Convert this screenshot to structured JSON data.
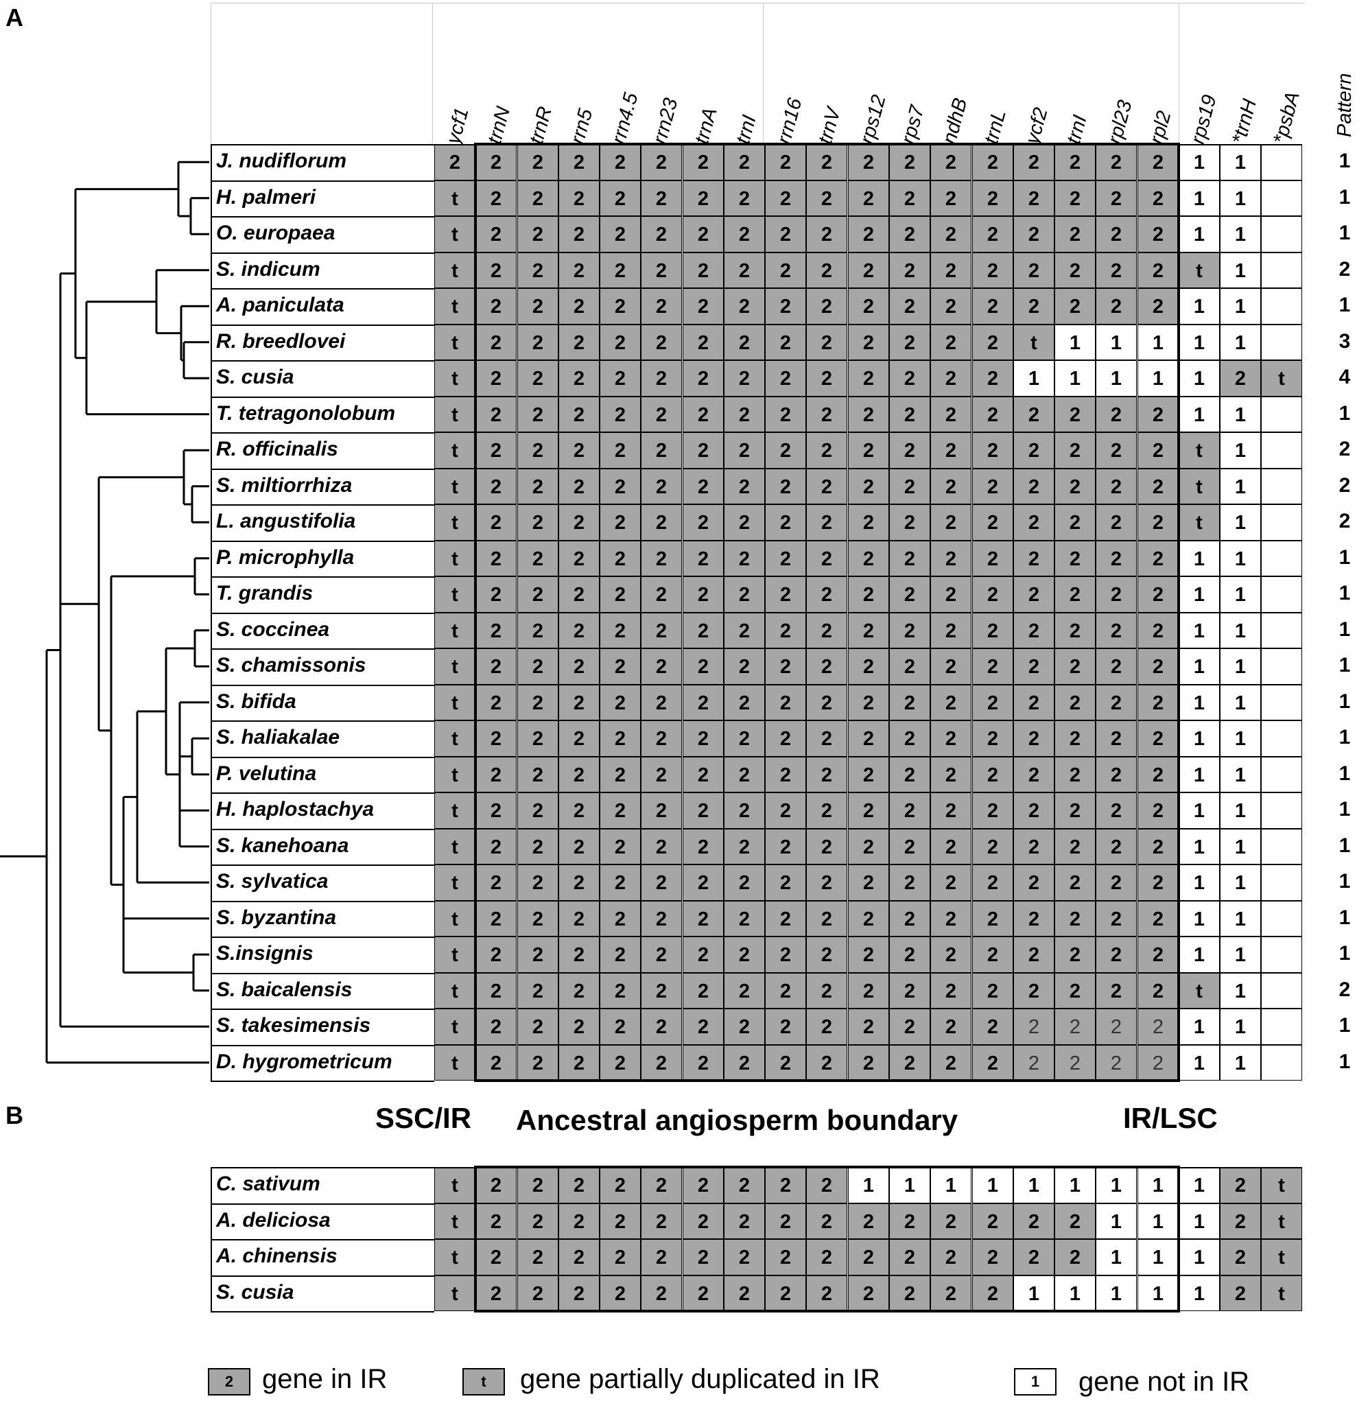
{
  "panels": {
    "a": "A",
    "b": "B"
  },
  "genes": [
    "ycf1",
    "trnN",
    "trnR",
    "rrn5",
    "rrn4.5",
    "rrn23",
    "trnA",
    "trnI",
    "rrn16",
    "trnV",
    "rps12",
    "rps7",
    "ndhB",
    "trnL",
    "ycf2",
    "trnI",
    "rpl23",
    "rpl2",
    "rps19",
    "*trnH",
    "*psbA"
  ],
  "pattern_header": "Pattern",
  "rows_a": [
    {
      "species": "J. nudiflorum",
      "cells": [
        "2",
        "2",
        "2",
        "2",
        "2",
        "2",
        "2",
        "2",
        "2",
        "2",
        "2",
        "2",
        "2",
        "2",
        "2",
        "2",
        "2",
        "2",
        "1",
        "1",
        ""
      ],
      "pattern": "1"
    },
    {
      "species": "H. palmeri",
      "cells": [
        "t",
        "2",
        "2",
        "2",
        "2",
        "2",
        "2",
        "2",
        "2",
        "2",
        "2",
        "2",
        "2",
        "2",
        "2",
        "2",
        "2",
        "2",
        "1",
        "1",
        ""
      ],
      "pattern": "1"
    },
    {
      "species": "O. europaea",
      "cells": [
        "t",
        "2",
        "2",
        "2",
        "2",
        "2",
        "2",
        "2",
        "2",
        "2",
        "2",
        "2",
        "2",
        "2",
        "2",
        "2",
        "2",
        "2",
        "1",
        "1",
        ""
      ],
      "pattern": "1"
    },
    {
      "species": "S. indicum",
      "cells": [
        "t",
        "2",
        "2",
        "2",
        "2",
        "2",
        "2",
        "2",
        "2",
        "2",
        "2",
        "2",
        "2",
        "2",
        "2",
        "2",
        "2",
        "2",
        "t",
        "1",
        ""
      ],
      "pattern": "2"
    },
    {
      "species": "A. paniculata",
      "cells": [
        "t",
        "2",
        "2",
        "2",
        "2",
        "2",
        "2",
        "2",
        "2",
        "2",
        "2",
        "2",
        "2",
        "2",
        "2",
        "2",
        "2",
        "2",
        "1",
        "1",
        ""
      ],
      "pattern": "1"
    },
    {
      "species": "R. breedlovei",
      "cells": [
        "t",
        "2",
        "2",
        "2",
        "2",
        "2",
        "2",
        "2",
        "2",
        "2",
        "2",
        "2",
        "2",
        "2",
        "t",
        "1",
        "1",
        "1",
        "1",
        "1",
        ""
      ],
      "pattern": "3"
    },
    {
      "species": "S. cusia",
      "cells": [
        "t",
        "2",
        "2",
        "2",
        "2",
        "2",
        "2",
        "2",
        "2",
        "2",
        "2",
        "2",
        "2",
        "2",
        "1",
        "1",
        "1",
        "1",
        "1",
        "2",
        "t"
      ],
      "pattern": "4"
    },
    {
      "species": "T. tetragonolobum",
      "cells": [
        "t",
        "2",
        "2",
        "2",
        "2",
        "2",
        "2",
        "2",
        "2",
        "2",
        "2",
        "2",
        "2",
        "2",
        "2",
        "2",
        "2",
        "2",
        "1",
        "1",
        ""
      ],
      "pattern": "1"
    },
    {
      "species": "R. officinalis",
      "cells": [
        "t",
        "2",
        "2",
        "2",
        "2",
        "2",
        "2",
        "2",
        "2",
        "2",
        "2",
        "2",
        "2",
        "2",
        "2",
        "2",
        "2",
        "2",
        "t",
        "1",
        ""
      ],
      "pattern": "2"
    },
    {
      "species": "S. miltiorrhiza",
      "cells": [
        "t",
        "2",
        "2",
        "2",
        "2",
        "2",
        "2",
        "2",
        "2",
        "2",
        "2",
        "2",
        "2",
        "2",
        "2",
        "2",
        "2",
        "2",
        "t",
        "1",
        ""
      ],
      "pattern": "2"
    },
    {
      "species": "L. angustifolia",
      "cells": [
        "t",
        "2",
        "2",
        "2",
        "2",
        "2",
        "2",
        "2",
        "2",
        "2",
        "2",
        "2",
        "2",
        "2",
        "2",
        "2",
        "2",
        "2",
        "t",
        "1",
        ""
      ],
      "pattern": "2"
    },
    {
      "species": "P. microphylla",
      "cells": [
        "t",
        "2",
        "2",
        "2",
        "2",
        "2",
        "2",
        "2",
        "2",
        "2",
        "2",
        "2",
        "2",
        "2",
        "2",
        "2",
        "2",
        "2",
        "1",
        "1",
        ""
      ],
      "pattern": "1"
    },
    {
      "species": "T. grandis",
      "cells": [
        "t",
        "2",
        "2",
        "2",
        "2",
        "2",
        "2",
        "2",
        "2",
        "2",
        "2",
        "2",
        "2",
        "2",
        "2",
        "2",
        "2",
        "2",
        "1",
        "1",
        ""
      ],
      "pattern": "1"
    },
    {
      "species": "S. coccinea",
      "cells": [
        "t",
        "2",
        "2",
        "2",
        "2",
        "2",
        "2",
        "2",
        "2",
        "2",
        "2",
        "2",
        "2",
        "2",
        "2",
        "2",
        "2",
        "2",
        "1",
        "1",
        ""
      ],
      "pattern": "1"
    },
    {
      "species": "S. chamissonis",
      "cells": [
        "t",
        "2",
        "2",
        "2",
        "2",
        "2",
        "2",
        "2",
        "2",
        "2",
        "2",
        "2",
        "2",
        "2",
        "2",
        "2",
        "2",
        "2",
        "1",
        "1",
        ""
      ],
      "pattern": "1"
    },
    {
      "species": "S. bifida",
      "cells": [
        "t",
        "2",
        "2",
        "2",
        "2",
        "2",
        "2",
        "2",
        "2",
        "2",
        "2",
        "2",
        "2",
        "2",
        "2",
        "2",
        "2",
        "2",
        "1",
        "1",
        ""
      ],
      "pattern": "1"
    },
    {
      "species": "S. haliakalae",
      "cells": [
        "t",
        "2",
        "2",
        "2",
        "2",
        "2",
        "2",
        "2",
        "2",
        "2",
        "2",
        "2",
        "2",
        "2",
        "2",
        "2",
        "2",
        "2",
        "1",
        "1",
        ""
      ],
      "pattern": "1"
    },
    {
      "species": "P. velutina",
      "cells": [
        "t",
        "2",
        "2",
        "2",
        "2",
        "2",
        "2",
        "2",
        "2",
        "2",
        "2",
        "2",
        "2",
        "2",
        "2",
        "2",
        "2",
        "2",
        "1",
        "1",
        ""
      ],
      "pattern": "1"
    },
    {
      "species": "H. haplostachya",
      "cells": [
        "t",
        "2",
        "2",
        "2",
        "2",
        "2",
        "2",
        "2",
        "2",
        "2",
        "2",
        "2",
        "2",
        "2",
        "2",
        "2",
        "2",
        "2",
        "1",
        "1",
        ""
      ],
      "pattern": "1"
    },
    {
      "species": "S. kanehoana",
      "cells": [
        "t",
        "2",
        "2",
        "2",
        "2",
        "2",
        "2",
        "2",
        "2",
        "2",
        "2",
        "2",
        "2",
        "2",
        "2",
        "2",
        "2",
        "2",
        "1",
        "1",
        ""
      ],
      "pattern": "1"
    },
    {
      "species": "S. sylvatica",
      "cells": [
        "t",
        "2",
        "2",
        "2",
        "2",
        "2",
        "2",
        "2",
        "2",
        "2",
        "2",
        "2",
        "2",
        "2",
        "2",
        "2",
        "2",
        "2",
        "1",
        "1",
        ""
      ],
      "pattern": "1"
    },
    {
      "species": "S. byzantina",
      "cells": [
        "t",
        "2",
        "2",
        "2",
        "2",
        "2",
        "2",
        "2",
        "2",
        "2",
        "2",
        "2",
        "2",
        "2",
        "2",
        "2",
        "2",
        "2",
        "1",
        "1",
        ""
      ],
      "pattern": "1"
    },
    {
      "species": "S.insignis",
      "cells": [
        "t",
        "2",
        "2",
        "2",
        "2",
        "2",
        "2",
        "2",
        "2",
        "2",
        "2",
        "2",
        "2",
        "2",
        "2",
        "2",
        "2",
        "2",
        "1",
        "1",
        ""
      ],
      "pattern": "1"
    },
    {
      "species": "S. baicalensis",
      "cells": [
        "t",
        "2",
        "2",
        "2",
        "2",
        "2",
        "2",
        "2",
        "2",
        "2",
        "2",
        "2",
        "2",
        "2",
        "2",
        "2",
        "2",
        "2",
        "t",
        "1",
        ""
      ],
      "pattern": "2"
    },
    {
      "species": "S. takesimensis",
      "cells": [
        "t",
        "2",
        "2",
        "2",
        "2",
        "2",
        "2",
        "2",
        "2",
        "2",
        "2",
        "2",
        "2",
        "2",
        "2",
        "2",
        "2",
        "2",
        "1",
        "1",
        ""
      ],
      "pattern": "1"
    },
    {
      "species": "D. hygrometricum",
      "cells": [
        "t",
        "2",
        "2",
        "2",
        "2",
        "2",
        "2",
        "2",
        "2",
        "2",
        "2",
        "2",
        "2",
        "2",
        "2",
        "2",
        "2",
        "2",
        "1",
        "1",
        ""
      ],
      "pattern": "1"
    }
  ],
  "boundary_labels": {
    "ssc_ir": "SSC/IR",
    "ancestral": "Ancestral angiosperm boundary",
    "ir_lsc": "IR/LSC"
  },
  "rows_b": [
    {
      "species": "C. sativum",
      "cells": [
        "t",
        "2",
        "2",
        "2",
        "2",
        "2",
        "2",
        "2",
        "2",
        "2",
        "1",
        "1",
        "1",
        "1",
        "1",
        "1",
        "1",
        "1",
        "1",
        "2",
        "t"
      ]
    },
    {
      "species": "A. deliciosa",
      "cells": [
        "t",
        "2",
        "2",
        "2",
        "2",
        "2",
        "2",
        "2",
        "2",
        "2",
        "2",
        "2",
        "2",
        "2",
        "2",
        "2",
        "1",
        "1",
        "1",
        "2",
        "t"
      ]
    },
    {
      "species": "A. chinensis",
      "cells": [
        "t",
        "2",
        "2",
        "2",
        "2",
        "2",
        "2",
        "2",
        "2",
        "2",
        "2",
        "2",
        "2",
        "2",
        "2",
        "2",
        "1",
        "1",
        "1",
        "2",
        "t"
      ]
    },
    {
      "species": "S. cusia",
      "cells": [
        "t",
        "2",
        "2",
        "2",
        "2",
        "2",
        "2",
        "2",
        "2",
        "2",
        "2",
        "2",
        "2",
        "2",
        "1",
        "1",
        "1",
        "1",
        "1",
        "2",
        "t"
      ]
    }
  ],
  "legend": [
    {
      "symbol": "2",
      "text": "gene in IR",
      "fill": "#a6a6a6"
    },
    {
      "symbol": "t",
      "text": "gene partially duplicated in IR",
      "fill": "#a6a6a6"
    },
    {
      "symbol": "1",
      "text": "gene not in IR",
      "fill": "#ffffff"
    }
  ],
  "colors": {
    "gene_in_ir": "#a6a6a6",
    "gene_not_in_ir": "#ffffff"
  }
}
